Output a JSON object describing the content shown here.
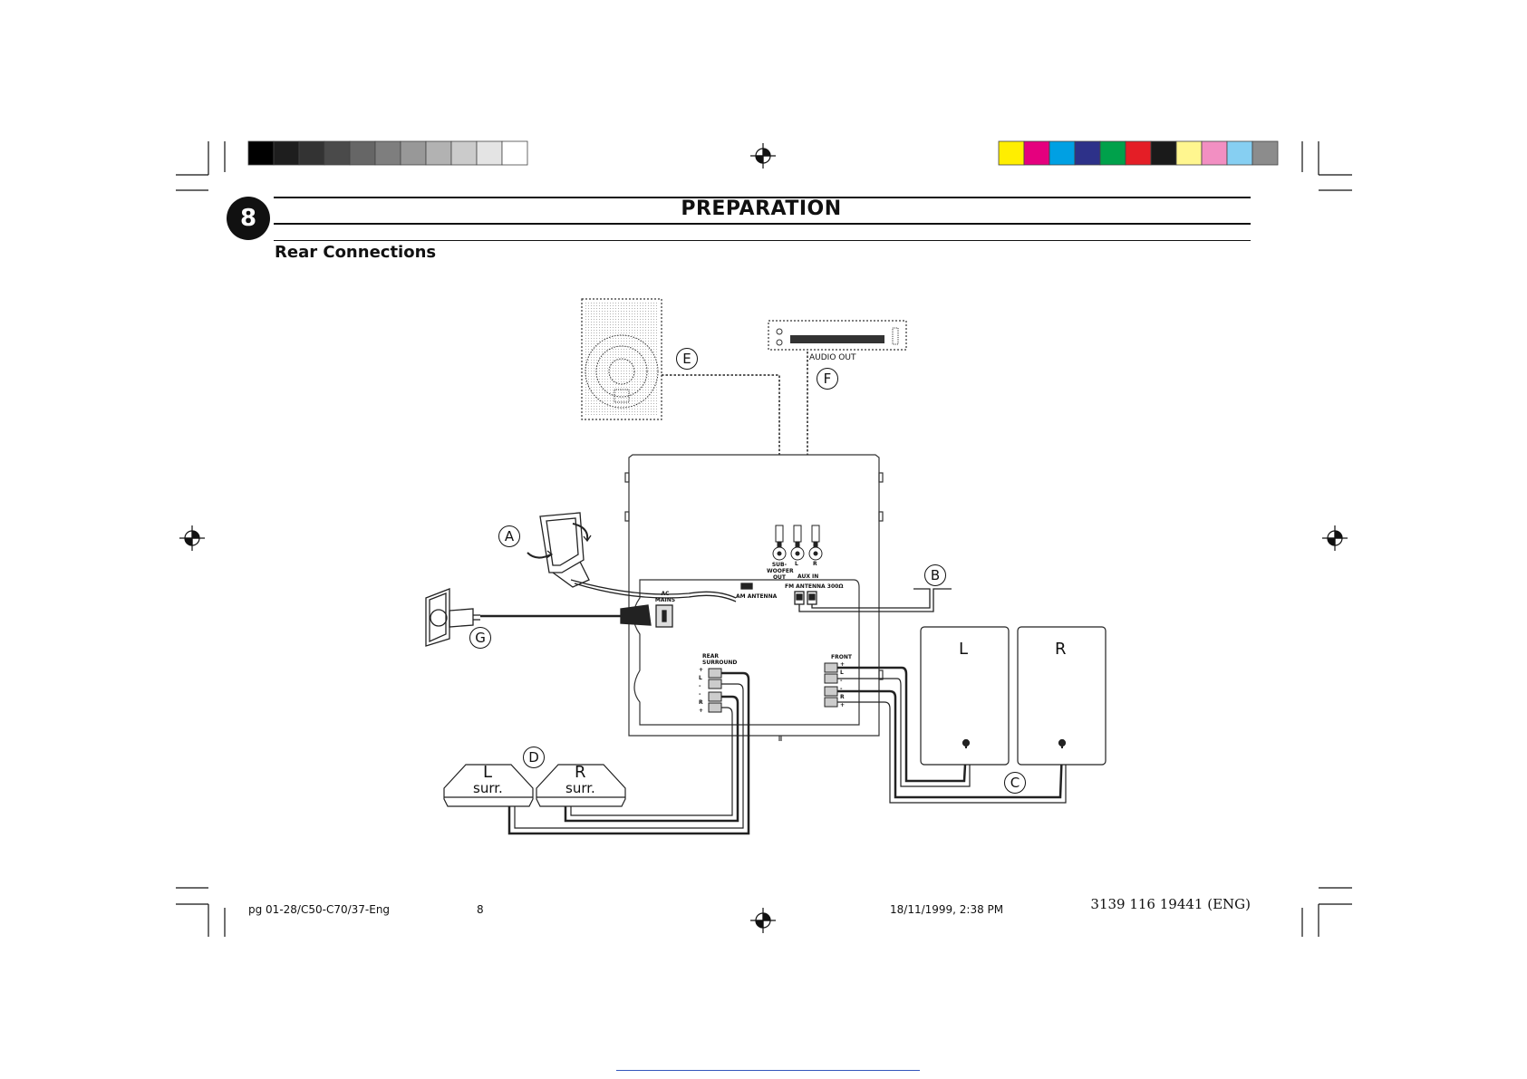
{
  "header": {
    "page_number": "8",
    "title": "PREPARATION",
    "section": "Rear Connections"
  },
  "color_bars": {
    "grayscale": [
      "#000000",
      "#1e1e1e",
      "#333333",
      "#4a4a4a",
      "#666666",
      "#7e7e7e",
      "#989898",
      "#b2b2b2",
      "#cbcbcb",
      "#e4e4e4",
      "#ffffff"
    ],
    "process": [
      "#ffee00",
      "#e5007e",
      "#00a0e3",
      "#2d3189",
      "#00a14b",
      "#e41e26",
      "#1a1a1a",
      "#fff68f",
      "#f28fc2",
      "#86cff2",
      "#8c8c8c"
    ]
  },
  "callouts": {
    "A": "A",
    "B": "B",
    "C": "C",
    "D": "D",
    "E": "E",
    "F": "F",
    "G": "G"
  },
  "labels": {
    "audio_out": "AUDIO OUT",
    "subwoofer_out": "SUB-\nWOOFER\nOUT",
    "aux_l": "L",
    "aux_r": "R",
    "aux_in": "AUX IN",
    "am_antenna": "AM ANTENNA",
    "fm_antenna": "FM ANTENNA 300Ω",
    "ac_mains": "AC\nMAINS",
    "rear_surround": "REAR\nSURROUND",
    "front": "FRONT",
    "plus": "+",
    "minus": "-",
    "L": "L",
    "R": "R"
  },
  "speakers": {
    "front_left": "L",
    "front_right": "R",
    "surr_left_letter": "L",
    "surr_right_letter": "R",
    "surr_word": "surr."
  },
  "footer": {
    "file_ref": "pg 01-28/C50-C70/37-Eng",
    "page": "8",
    "datetime": "18/11/1999, 2:38 PM",
    "code": "3139 116 19441 (ENG)"
  }
}
